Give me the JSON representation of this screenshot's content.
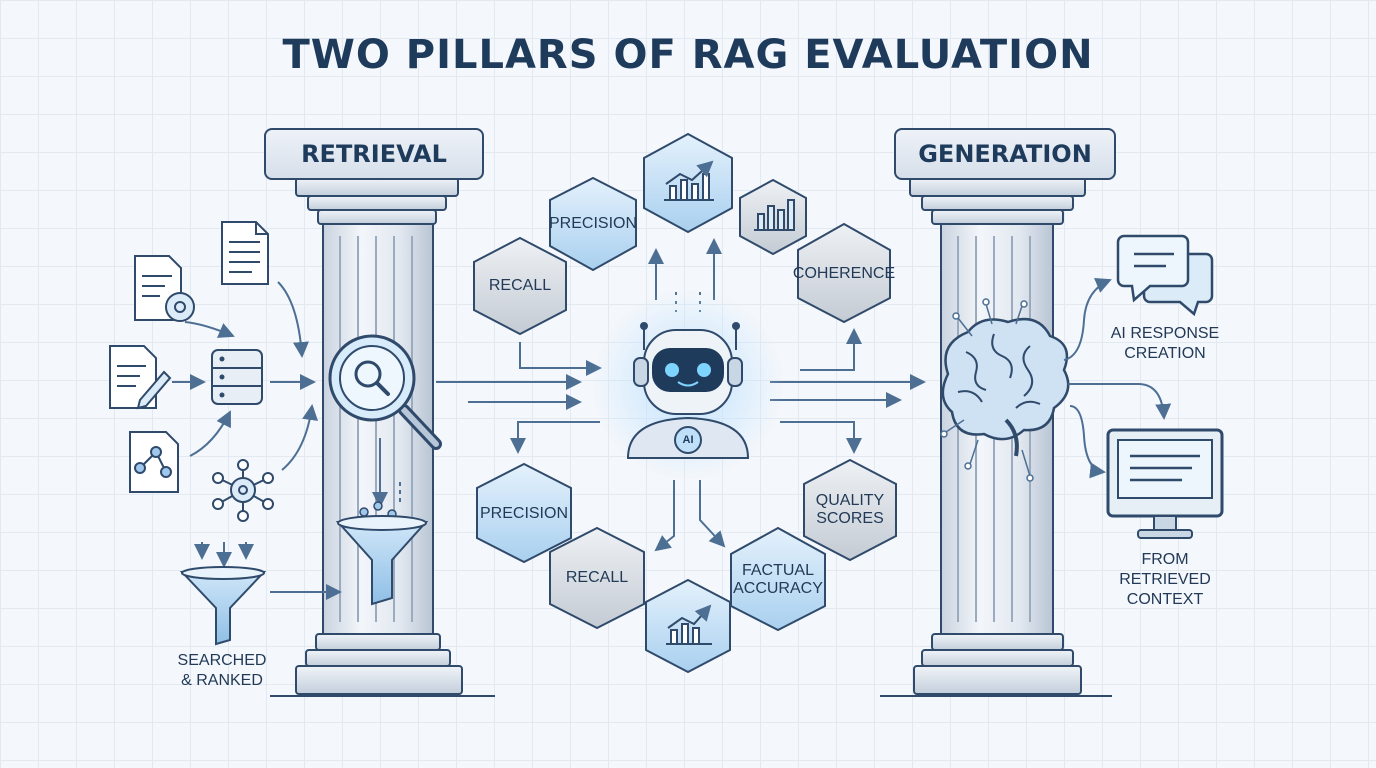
{
  "title": "TWO PILLARS OF RAG EVALUATION",
  "pillars": {
    "left": {
      "label": "RETRIEVAL"
    },
    "right": {
      "label": "GENERATION"
    }
  },
  "hexagons": {
    "precision_top": "PRECISION",
    "recall_left": "RECALL",
    "coherence": "COHERENCE",
    "precision_bottom": "PRECISION",
    "recall_bottom": "RECALL",
    "factual_accuracy": "FACTUAL\nACCURACY",
    "quality_scores": "QUALITY\nSCORES"
  },
  "captions": {
    "searched_ranked": "SEARCHED\n& RANKED",
    "ai_response": "AI RESPONSE\nCREATION",
    "from_context": "FROM\nRETRIEVED\nCONTEXT"
  },
  "robot_badge": "AI",
  "colors": {
    "outline": "#2f4a6b",
    "accent_blue": "#9fc8ec",
    "accent_light": "#dcebf8",
    "gray_hex": "#d4d9e0",
    "arrow": "#4d6f94"
  }
}
